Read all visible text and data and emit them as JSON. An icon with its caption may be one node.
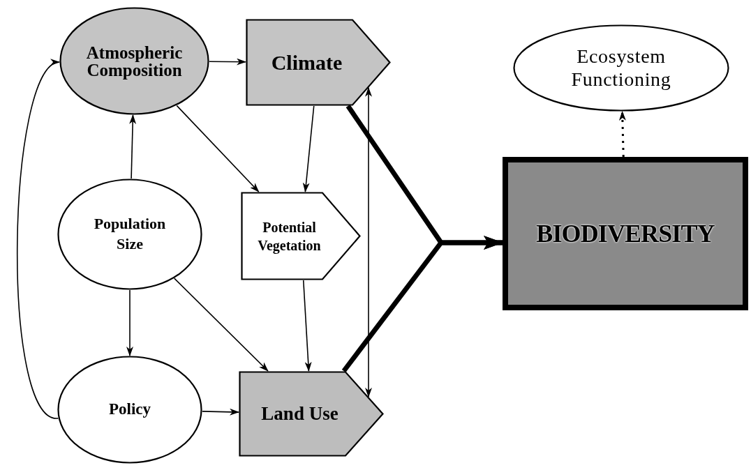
{
  "diagram": {
    "nodes": [
      {
        "text": [
          "Atmospheric Composition"
        ]
      },
      {
        "text": [
          "Climate"
        ]
      },
      {
        "text": [
          "Population Size"
        ]
      },
      {
        "text": [
          "Potential Vegetation"
        ]
      },
      {
        "text": [
          "Policy"
        ]
      },
      {
        "text": [
          "Land Use"
        ]
      },
      {
        "text": [
          "Ecosystem Functioning"
        ]
      },
      {
        "text": [
          "BIODIVERSITY"
        ]
      }
    ],
    "edges": [
      {
        "from": 0,
        "to": 1,
        "arrow": "to"
      },
      {
        "from": 0,
        "to": 3,
        "arrow": "to"
      },
      {
        "from": 2,
        "to": 0,
        "arrow": "to"
      },
      {
        "from": 2,
        "to": 4,
        "arrow": "to"
      },
      {
        "from": 2,
        "to": 5,
        "arrow": "to"
      },
      {
        "from": 4,
        "to": 0,
        "arrow": "to"
      },
      {
        "from": 4,
        "to": 5,
        "arrow": "to"
      },
      {
        "from": 1,
        "to": 3,
        "arrow": "to"
      },
      {
        "from": 3,
        "to": 5,
        "arrow": "to"
      },
      {
        "from": 5,
        "to": 1,
        "arrow": "both"
      },
      {
        "from": 1,
        "to": 7,
        "arrow": "to",
        "style": "thick"
      },
      {
        "from": 5,
        "to": 7,
        "arrow": "to",
        "style": "thick"
      },
      {
        "from": 7,
        "to": 6,
        "arrow": "to",
        "style": "dashed"
      }
    ]
  }
}
